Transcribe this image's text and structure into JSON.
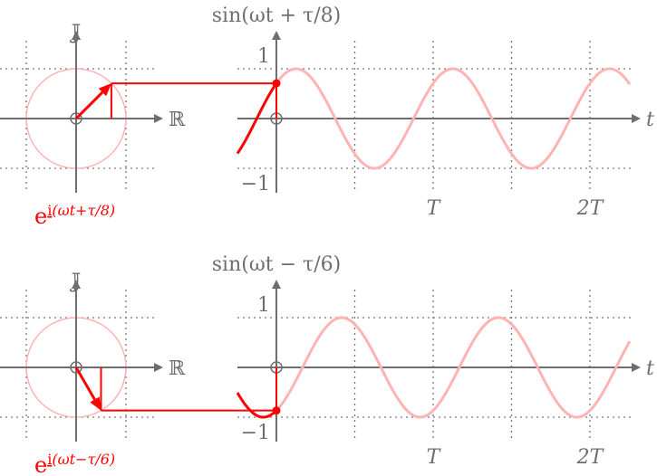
{
  "colors": {
    "axis": "#6e6e6e",
    "phasor": "#ff0000",
    "curve": "#ffb3b3"
  },
  "axis_labels": {
    "imag": "𝕁",
    "real": "ℝ",
    "time": "t",
    "one": "1",
    "minus_one": "−1",
    "T": "T",
    "two_T": "2T"
  },
  "panels": [
    {
      "title": "sin(ωt + τ/8)",
      "exp_base": "e",
      "exp_i": "i",
      "exp_rest": "(ωt+τ/8)",
      "phase_fraction_of_tau": 0.125
    },
    {
      "title": "sin(ωt − τ/6)",
      "exp_base": "e",
      "exp_i": "i",
      "exp_rest": "(ωt−τ/6)",
      "phase_fraction_of_tau": -0.1666667
    }
  ]
}
